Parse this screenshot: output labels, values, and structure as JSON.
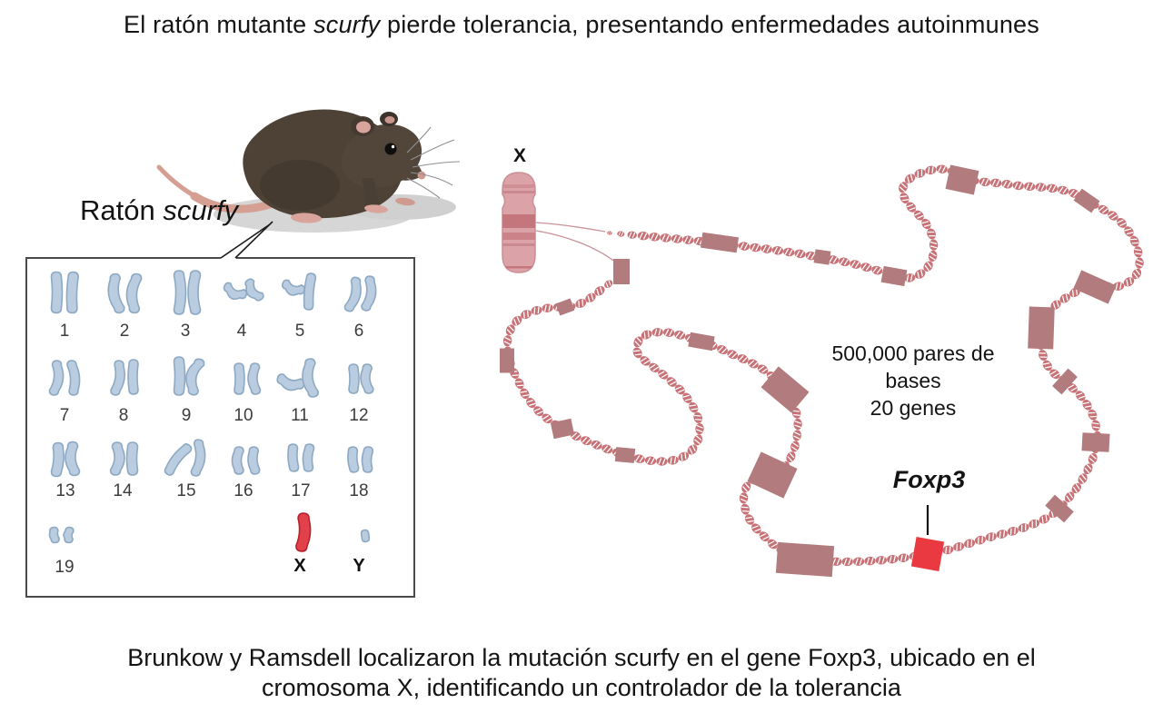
{
  "title": {
    "text_before": "El ratón mutante ",
    "text_italic": "scurfy",
    "text_after": " pierde tolerancia, presentando enfermedades autoinmunes"
  },
  "mouse": {
    "label_before": "Ratón ",
    "label_italic": "scurfy"
  },
  "karyotype": {
    "labels": [
      "1",
      "2",
      "3",
      "4",
      "5",
      "6",
      "7",
      "8",
      "9",
      "10",
      "11",
      "12",
      "13",
      "14",
      "15",
      "16",
      "17",
      "18",
      "19",
      "X",
      "Y"
    ],
    "highlighted_chromosome": "X"
  },
  "chromosome_panel": {
    "x_label": "X"
  },
  "gene_region": {
    "annotation": [
      "500,000 pares de",
      "bases",
      "20 genes"
    ],
    "gene_label": "Foxp3",
    "gene_count": 20
  },
  "caption": {
    "line1": "Brunkow y Ramsdell localizaron la mutación scurfy en el gene Foxp3, ubicado en el",
    "line2": "cromosoma X, identificando un controlador de la tolerancia"
  },
  "colors": {
    "chromosome_blue": "#b9cce0",
    "chromosome_blue_outline": "#8ea9c3",
    "chromosome_red": "#e2414b",
    "chromosome_red_outline": "#b5222d",
    "dna_rose": "#c77276",
    "gene_box": "#b27b7e",
    "foxp3_red": "#ea3940",
    "x_chromosome_body": "#dba3a8",
    "x_chromosome_band": "#c4767d"
  }
}
